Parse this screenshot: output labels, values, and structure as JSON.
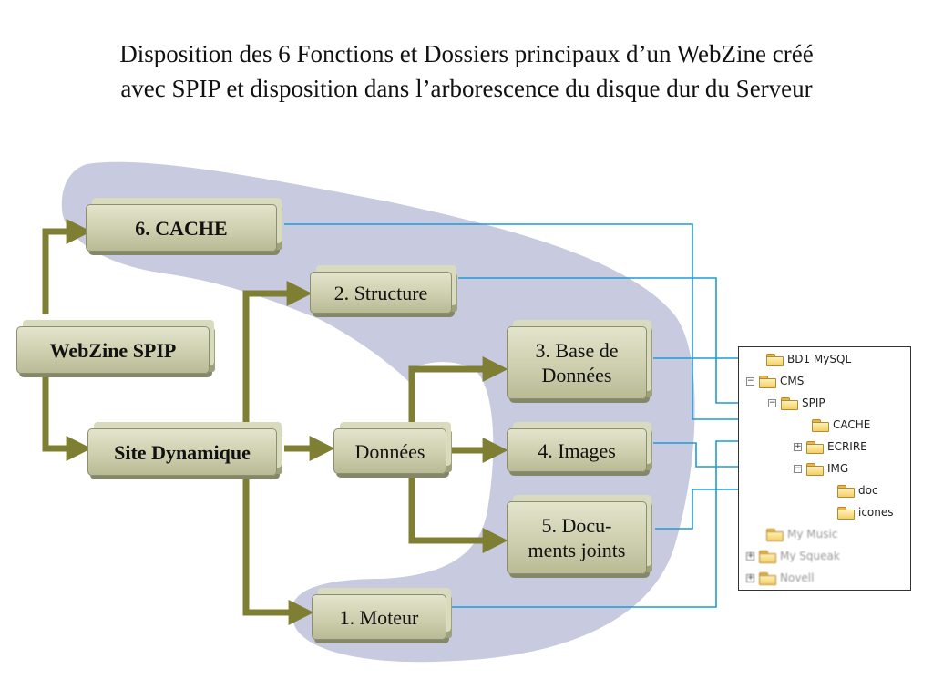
{
  "title": {
    "line1": "Disposition des 6 Fonctions et Dossiers principaux d’un WebZine créé",
    "line2": "avec SPIP et disposition dans l’arborescence du disque dur du Serveur"
  },
  "boxes": {
    "cache": "6. CACHE",
    "webzine": "WebZine SPIP",
    "structure": "2. Structure",
    "base_line1": "3. Base de",
    "base_line2": "Données",
    "site": "Site Dynamique",
    "donnees": "Données",
    "images": "4. Images",
    "docs_line1": "5. Docu-",
    "docs_line2": "ments joints",
    "moteur": "1. Moteur"
  },
  "tree": {
    "items": [
      {
        "label": "BD1 MySQL",
        "expander": ""
      },
      {
        "label": "CMS",
        "expander": "−"
      },
      {
        "label": "SPIP",
        "expander": "−"
      },
      {
        "label": "CACHE",
        "expander": ""
      },
      {
        "label": "ECRIRE",
        "expander": "+"
      },
      {
        "label": "IMG",
        "expander": "−"
      },
      {
        "label": "doc",
        "expander": ""
      },
      {
        "label": "icones",
        "expander": ""
      },
      {
        "label": "My Music",
        "expander": ""
      },
      {
        "label": "My Squeak",
        "expander": "+"
      },
      {
        "label": "Novell",
        "expander": "+"
      }
    ]
  },
  "colors": {
    "blob": "#c8cadf",
    "arrow": "#7f7f34",
    "connector": "#1f9bd6",
    "box_fill": "#cdcfae"
  }
}
